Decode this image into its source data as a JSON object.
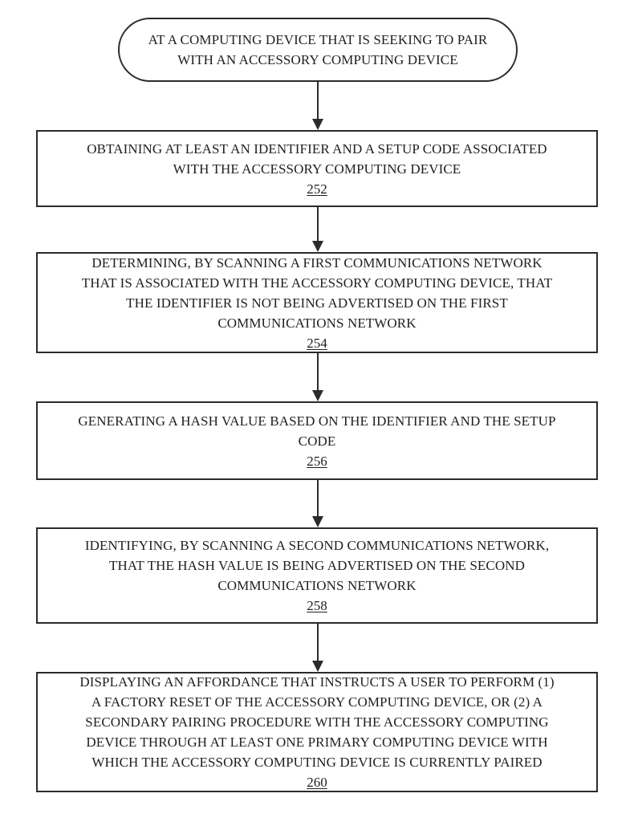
{
  "figure": {
    "kind": "patent-flowchart",
    "ink_color": "#2b2b2b",
    "background_color": "#ffffff",
    "nodes": [
      {
        "id": "start",
        "type": "terminal",
        "text": "AT A COMPUTING DEVICE THAT IS SEEKING TO PAIR\nWITH AN ACCESSORY COMPUTING DEVICE",
        "ref": ""
      },
      {
        "id": "252",
        "type": "process",
        "text": "OBTAINING AT LEAST AN IDENTIFIER AND A SETUP CODE ASSOCIATED\nWITH THE ACCESSORY COMPUTING DEVICE",
        "ref": "252"
      },
      {
        "id": "254",
        "type": "process",
        "text": "DETERMINING, BY SCANNING A FIRST COMMUNICATIONS NETWORK\nTHAT IS ASSOCIATED WITH THE ACCESSORY COMPUTING DEVICE, THAT\nTHE IDENTIFIER IS NOT BEING ADVERTISED ON THE FIRST\nCOMMUNICATIONS NETWORK",
        "ref": "254"
      },
      {
        "id": "256",
        "type": "process",
        "text": "GENERATING A HASH VALUE BASED ON THE IDENTIFIER AND THE SETUP\nCODE",
        "ref": "256"
      },
      {
        "id": "258",
        "type": "process",
        "text": "IDENTIFYING, BY SCANNING A SECOND COMMUNICATIONS NETWORK,\nTHAT THE HASH VALUE IS BEING ADVERTISED ON THE SECOND\nCOMMUNICATIONS NETWORK",
        "ref": "258"
      },
      {
        "id": "260",
        "type": "process",
        "text": "DISPLAYING AN AFFORDANCE THAT INSTRUCTS A USER TO PERFORM (1)\nA FACTORY RESET OF THE ACCESSORY COMPUTING DEVICE, OR (2) A\nSECONDARY PAIRING PROCEDURE WITH THE ACCESSORY COMPUTING\nDEVICE THROUGH AT LEAST ONE PRIMARY COMPUTING DEVICE WITH\nWHICH THE ACCESSORY COMPUTING DEVICE IS CURRENTLY PAIRED",
        "ref": "260"
      }
    ],
    "connections": [
      {
        "from": "start",
        "to": "252"
      },
      {
        "from": "252",
        "to": "254"
      },
      {
        "from": "254",
        "to": "256"
      },
      {
        "from": "256",
        "to": "258"
      },
      {
        "from": "258",
        "to": "260"
      }
    ]
  }
}
